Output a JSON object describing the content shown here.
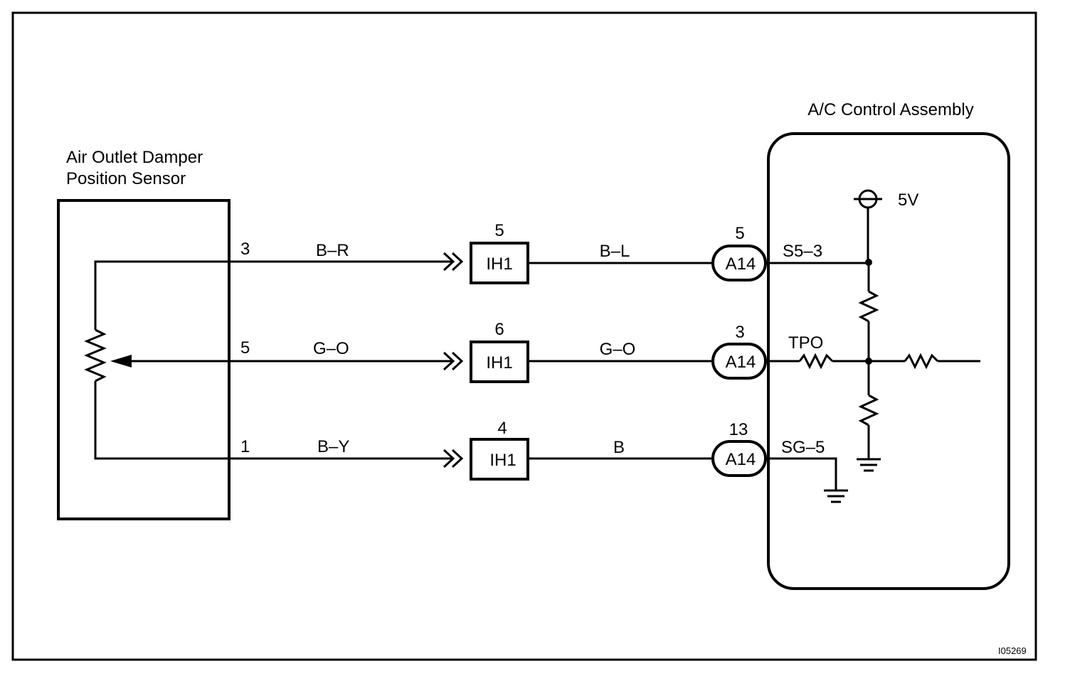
{
  "sensor": {
    "title_line1": "Air Outlet Damper",
    "title_line2": "Position Sensor"
  },
  "controller": {
    "title": "A/C Control Assembly",
    "supply": "5V",
    "terminals": {
      "s5": "S5–3",
      "tpo": "TPO",
      "sg": "SG–5"
    }
  },
  "wires": [
    {
      "sensor_pin": "3",
      "wire_left": "B–R",
      "junction_pin": "5",
      "junction": "IH1",
      "wire_right": "B–L",
      "connector_pin": "5",
      "connector": "A14"
    },
    {
      "sensor_pin": "5",
      "wire_left": "G–O",
      "junction_pin": "6",
      "junction": "IH1",
      "wire_right": "G–O",
      "connector_pin": "3",
      "connector": "A14"
    },
    {
      "sensor_pin": "1",
      "wire_left": "B–Y",
      "junction_pin": "4",
      "junction": "IH1",
      "wire_right": "B",
      "connector_pin": "13",
      "connector": "A14"
    }
  ],
  "figure_id": "I05269"
}
